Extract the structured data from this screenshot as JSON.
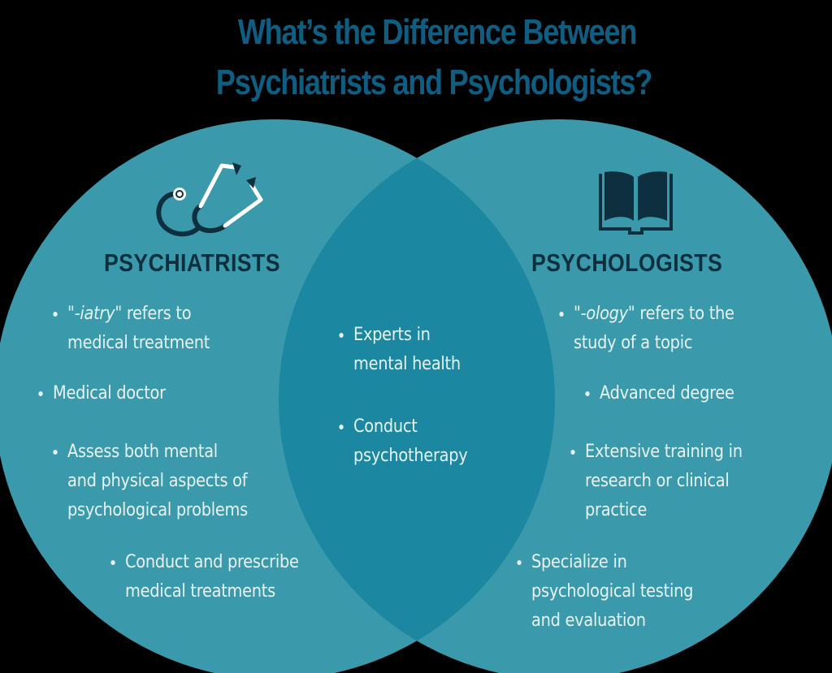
{
  "title": {
    "line1": "What’s the Difference Between",
    "line2": "Psychiatrists and Psychologists?"
  },
  "colors": {
    "title": "#0f5e82",
    "circle": "#3a9aac",
    "overlap": "#1b87a0",
    "heading": "#0e2f3e",
    "text": "#e6f3f5",
    "background": "#000000"
  },
  "left": {
    "heading": "PSYCHIATRISTS",
    "icon": "stethoscope-icon",
    "bullets": [
      {
        "prefix_quote_open": "\"",
        "italic": "-iatry",
        "rest_line1": "\" refers to",
        "line2": "medical treatment"
      },
      {
        "line1": "Medical doctor"
      },
      {
        "line1": "Assess both mental",
        "line2": "and physical aspects of",
        "line3": "psychological problems"
      },
      {
        "line1": "Conduct and prescribe",
        "line2": "medical treatments"
      }
    ]
  },
  "center": {
    "bullets": [
      {
        "line1": "Experts in",
        "line2": "mental health"
      },
      {
        "line1": "Conduct",
        "line2": "psychotherapy"
      }
    ]
  },
  "right": {
    "heading": "PSYCHOLOGISTS",
    "icon": "open-book-icon",
    "bullets": [
      {
        "prefix_quote_open": "\"",
        "italic": "-ology",
        "rest_line1": "\" refers to the",
        "line2": "study of a topic"
      },
      {
        "line1": "Advanced degree"
      },
      {
        "line1": "Extensive training in",
        "line2": "research or clinical",
        "line3": "practice"
      },
      {
        "line1": "Specialize in",
        "line2": "psychological testing",
        "line3": "and evaluation"
      }
    ]
  }
}
